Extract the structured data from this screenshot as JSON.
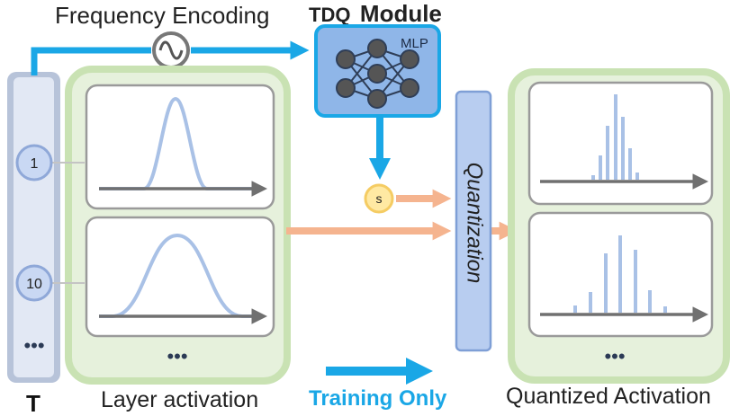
{
  "labels": {
    "frequency_encoding": "Frequency Encoding",
    "tdq": "TDQ",
    "module": "Module",
    "mlp": "MLP",
    "scale": "s",
    "quantization": "Quantization",
    "timestep_axis": "T",
    "timestep_1": "1",
    "timestep_10": "10",
    "ellipsis": "•••",
    "layer_activation": "Layer activation",
    "training_only": "Training Only",
    "quantized_activation": "Quantized Activation"
  },
  "colors": {
    "training_arrow": "#1aa7e6",
    "data_arrow": "#f5b48f",
    "panel_green": "#c9e2b3",
    "panel_green_fill": "#e6f1dc",
    "timestep_bar": "#b7c3d9",
    "quantization_box": "#b8cdf0",
    "mlp_box": "#8fb6e8",
    "scale_node": "#ffe9a3",
    "curve": "#a9c1e6",
    "training_only_text": "#1aa7e6"
  },
  "icons": {
    "oscillator": "sine-wave-icon",
    "mlp": "neural-network-icon"
  }
}
